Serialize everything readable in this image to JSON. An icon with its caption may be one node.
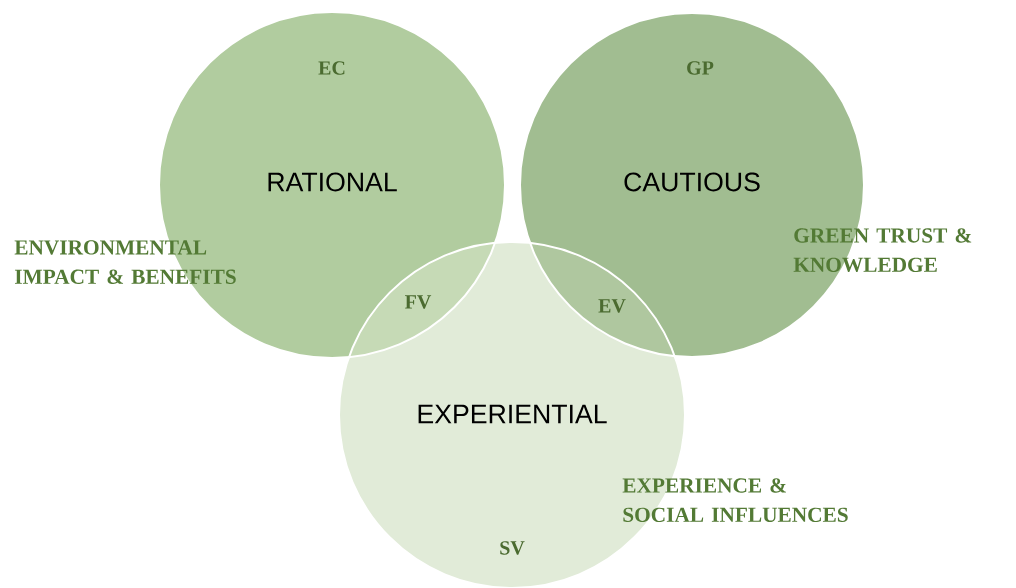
{
  "diagram": {
    "nodes": [
      {
        "text": [
          "EC",
          "RATIONAL"
        ],
        "beside": [
          "ENVIRONMENTAL IMPACT & BENEFITS"
        ]
      },
      {
        "text": [
          "GP",
          "CAUTIOUS"
        ],
        "beside": [
          "GREEN TRUST & KNOWLEDGE"
        ]
      },
      {
        "text": [
          "EXPERIENTIAL",
          "SV"
        ],
        "beside": [
          "EXPERIENCE & SOCIAL INFLUENCES"
        ]
      }
    ],
    "labels": [
      "FV",
      "EV"
    ]
  }
}
